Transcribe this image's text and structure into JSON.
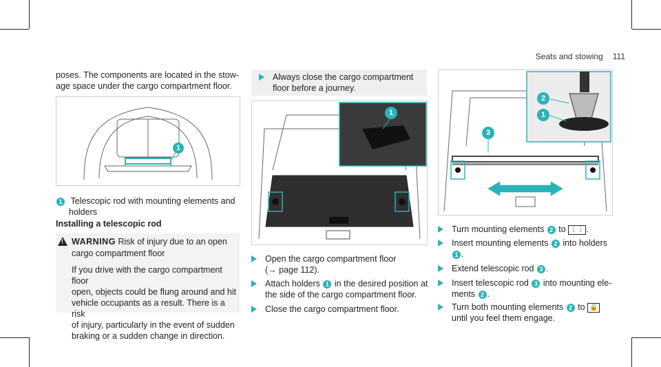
{
  "header": {
    "section": "Seats and stowing",
    "page_number": "111"
  },
  "left": {
    "intro": "poses. The components are located in the stow-age space under the cargo compartment floor.",
    "intro_line1": "poses. The components are located in the stow-",
    "intro_line2": "age space under the cargo compartment floor.",
    "legend_1_line1": "Telescopic rod with mounting elements and",
    "legend_1_line2": "holders",
    "subheading": "Installing a telescopic rod",
    "warning_title": "WARNING",
    "warning_lead": "Risk of injury due to an open",
    "warning_line2": "cargo compartment floor",
    "warning_body": [
      "If you drive with the cargo compartment floor",
      "open, objects could be flung around and hit",
      "vehicle occupants as a result. There is a risk",
      "of injury, particularly in the event of sudden",
      "braking or a sudden change in direction."
    ]
  },
  "middle": {
    "note_line1": "Always close the cargo compartment",
    "note_line2": "floor before a journey.",
    "step1_line1": "Open the cargo compartment floor",
    "step1_line2": "(→ page 112).",
    "step2_line1": "Attach holders",
    "step2_line1b": "in the desired position at",
    "step2_line2": "the side of the cargo compartment floor.",
    "step3": "Close the cargo compartment floor."
  },
  "right": {
    "step1_a": "Turn mounting elements",
    "step1_b": "to",
    "step2_a": "Insert mounting elements",
    "step2_b": "into holders",
    "step3_a": "Extend telescopic rod",
    "step4_a": "Insert telescopic rod",
    "step4_b": "into mounting ele-",
    "step4_c": "ments",
    "step5_a": "Turn both mounting elements",
    "step5_b": "to",
    "step5_c": "until you feel them engage."
  },
  "callouts": {
    "one": "1",
    "two": "2",
    "three": "3"
  },
  "colors": {
    "accent": "#2ab3b8"
  }
}
